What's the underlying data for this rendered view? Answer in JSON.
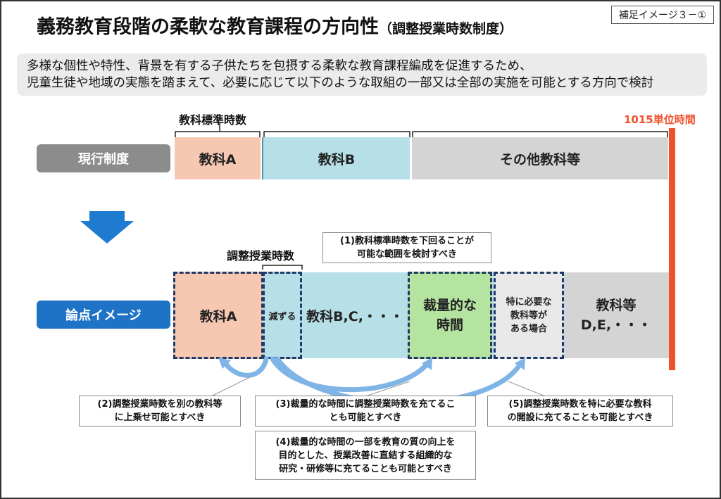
{
  "page_tag": "補足イメージ３－①",
  "title": "義務教育段階の柔軟な教育課程の方向性",
  "title_sub": "（調整授業時数制度）",
  "lead": {
    "line1": "多様な個性や特性、背景を有する子供たちを包摂する柔軟な教育課程編成を促進するため、",
    "line2": "児童生徒や地域の実態を踏まえて、必要に応じて以下のような取組の一部又は全部の実施を可能とする方向で検討"
  },
  "standard_hours_label": "教科標準時数",
  "unit_label": "1015単位時間",
  "current": {
    "label": "現行制度",
    "blocks": {
      "a": "教科A",
      "b": "教科B",
      "other": "その他教科等"
    }
  },
  "adjust_label": "調整授業時数",
  "new": {
    "label": "論点イメージ",
    "a": "教科A",
    "reduce": "減ずる",
    "bc": "教科B,C,・・・",
    "discretionary": [
      "裁量的な",
      "時間"
    ],
    "special": [
      "特に必要な",
      "教科等が",
      "ある場合"
    ],
    "de": [
      "教科等",
      "D,E,・・・"
    ]
  },
  "callouts": {
    "c1": [
      "(1)教科標準時数を下回ることが",
      "可能な範囲を検討すべき"
    ],
    "c2": [
      "(2)調整授業時数を別の教科等",
      "に上乗せ可能とすべき"
    ],
    "c3": [
      "(3)裁量的な時間に調整授業時数を充てるこ",
      "とも可能とすべき"
    ],
    "c4": [
      "(4)裁量的な時間の一部を教育の質の向上を",
      "目的とした、授業改善に直結する組織的な",
      "研究・研修等に充てることも可能とすべき"
    ],
    "c5": [
      "(5)調整授業時数を特に必要な教科",
      "の開設に充てることも可能とすべき"
    ]
  },
  "colors": {
    "subject_a": "#f6c7b1",
    "subject_b": "#b6dfe8",
    "other": "#d4d4d4",
    "discretionary": "#b5e3a0",
    "special": "#e9e9e9",
    "label_current": "#8c8c8c",
    "label_new": "#1f73c6",
    "accent": "#f0502a",
    "arrow": "#1f7bd0",
    "dash": "#1f3a66"
  },
  "icons": [
    "down-arrow-icon",
    "curved-arrow-icon"
  ]
}
